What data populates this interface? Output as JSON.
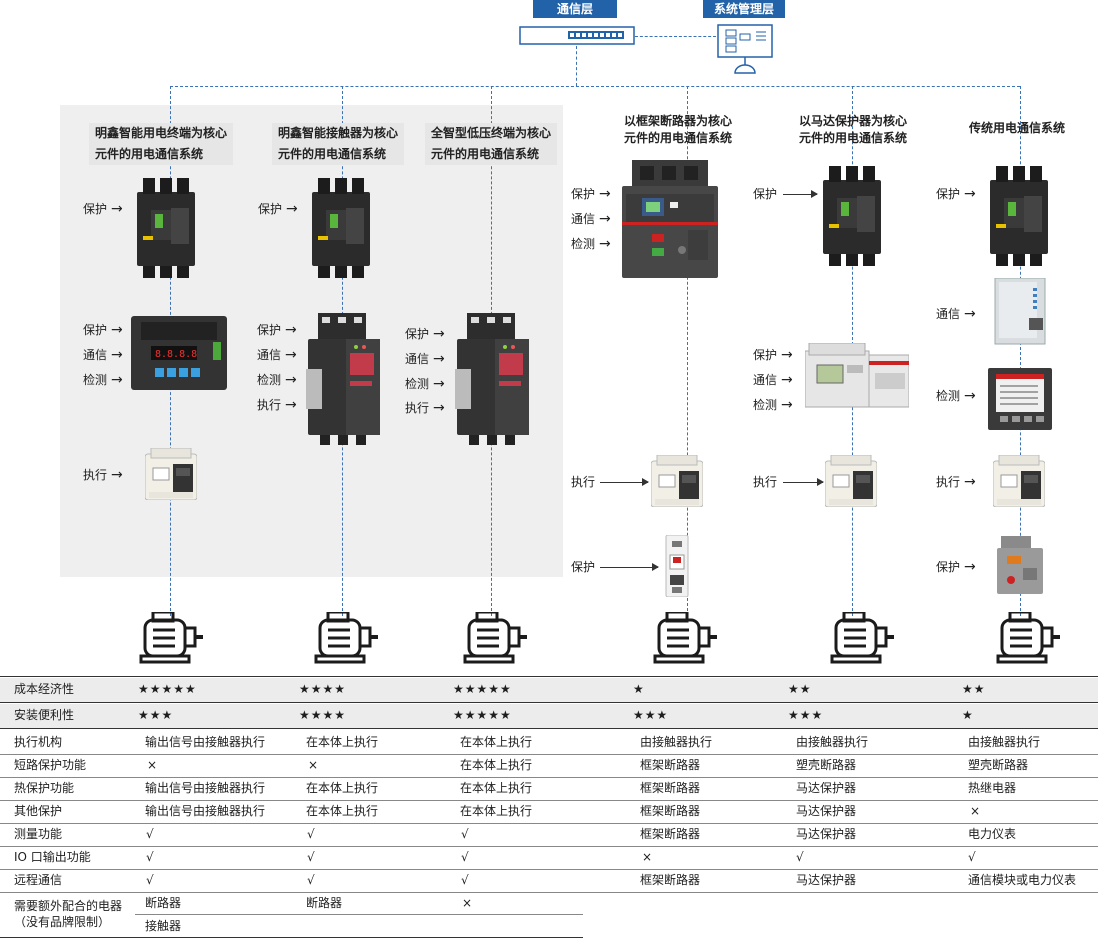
{
  "top": {
    "comm_layer": "通信层",
    "mgmt_layer": "系统管理层"
  },
  "columns": [
    {
      "title1": "明鑫智能用电终端为核心",
      "title2": "元件的用电通信系统"
    },
    {
      "title1": "明鑫智能接触器为核心",
      "title2": "元件的用电通信系统"
    },
    {
      "title1": "全智型低压终端为核心",
      "title2": "元件的用电通信系统"
    },
    {
      "title1": "以框架断路器为核心",
      "title2": "元件的用电通信系统"
    },
    {
      "title1": "以马达保护器为核心",
      "title2": "元件的用电通信系统"
    },
    {
      "title1": "传统用电通信系统",
      "title2": ""
    }
  ],
  "labels": {
    "protect": "保护",
    "comm": "通信",
    "detect": "检测",
    "exec": "执行"
  },
  "table": {
    "rows": [
      {
        "name": "成本经济性",
        "cells": [
          "★★★★★",
          "★★★★",
          "★★★★★",
          "★",
          "★★",
          "★★"
        ]
      },
      {
        "name": "安装便利性",
        "cells": [
          "★★★",
          "★★★★",
          "★★★★★",
          "★★★",
          "★★★",
          "★"
        ]
      },
      {
        "name": "执行机构",
        "cells": [
          "输出信号由接触器执行",
          "在本体上执行",
          "在本体上执行",
          "由接触器执行",
          "由接触器执行",
          "由接触器执行"
        ]
      },
      {
        "name": "短路保护功能",
        "cells": [
          "×",
          "×",
          "在本体上执行",
          "框架断路器",
          "塑壳断路器",
          "塑壳断路器"
        ]
      },
      {
        "name": "热保护功能",
        "cells": [
          "输出信号由接触器执行",
          "在本体上执行",
          "在本体上执行",
          "框架断路器",
          "马达保护器",
          "热继电器"
        ]
      },
      {
        "name": "其他保护",
        "cells": [
          "输出信号由接触器执行",
          "在本体上执行",
          "在本体上执行",
          "框架断路器",
          "马达保护器",
          "×"
        ]
      },
      {
        "name": "测量功能",
        "cells": [
          "√",
          "√",
          "√",
          "框架断路器",
          "马达保护器",
          "电力仪表"
        ]
      },
      {
        "name": "IO 口输出功能",
        "cells": [
          "√",
          "√",
          "√",
          "×",
          "√",
          "√"
        ]
      },
      {
        "name": "远程通信",
        "cells": [
          "√",
          "√",
          "√",
          "框架断路器",
          "马达保护器",
          "通信模块或电力仪表"
        ]
      }
    ],
    "extra_row": {
      "name1": "需要额外配合的电器",
      "name2": "（没有品牌限制）",
      "cells_line1": [
        "断路器",
        "断路器",
        "×"
      ],
      "cells_line2": [
        "接触器"
      ]
    }
  },
  "colors": {
    "accent_blue": "#2262a9",
    "panel_gray": "#efefef",
    "row_gray": "#ececec"
  }
}
